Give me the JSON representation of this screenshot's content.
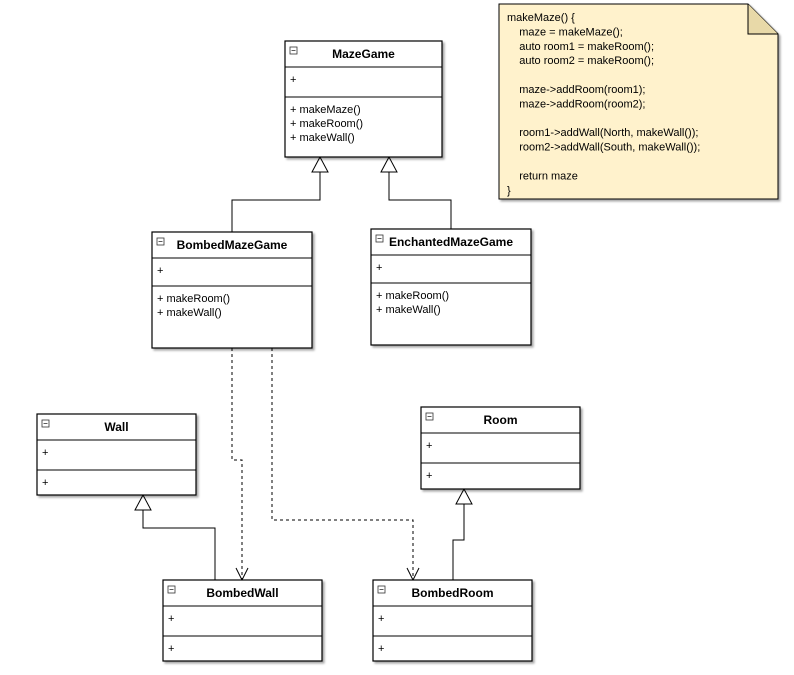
{
  "classes": {
    "mazegame": {
      "name": "MazeGame",
      "attributes": [
        "+"
      ],
      "methods": [
        "+ makeMaze()",
        "+ makeRoom()",
        "+ makeWall()"
      ]
    },
    "bombedmazegame": {
      "name": "BombedMazeGame",
      "attributes": [
        "+"
      ],
      "methods": [
        "+ makeRoom()",
        "+ makeWall()"
      ]
    },
    "enchantedmazegame": {
      "name": "EnchantedMazeGame",
      "attributes": [
        "+"
      ],
      "methods": [
        "+ makeRoom()",
        "+ makeWall()"
      ]
    },
    "wall": {
      "name": "Wall",
      "attributes": [
        "+"
      ],
      "methods": [
        "+"
      ]
    },
    "room": {
      "name": "Room",
      "attributes": [
        "+"
      ],
      "methods": [
        "+"
      ]
    },
    "bombedwall": {
      "name": "BombedWall",
      "attributes": [
        "+"
      ],
      "methods": [
        "+"
      ]
    },
    "bombedroom": {
      "name": "BombedRoom",
      "attributes": [
        "+"
      ],
      "methods": [
        "+"
      ]
    }
  },
  "note": {
    "lines": [
      "makeMaze() {",
      "    maze = makeMaze();",
      "    auto room1 = makeRoom();",
      "    auto room2 = makeRoom();",
      "",
      "    maze->addRoom(room1);",
      "    maze->addRoom(room2);",
      "",
      "    room1->addWall(North, makeWall());",
      "    room2->addWall(South, makeWall());",
      "",
      "    return maze",
      "}"
    ]
  },
  "relations": [
    {
      "type": "generalization",
      "from": "bombedmazegame",
      "to": "mazegame"
    },
    {
      "type": "generalization",
      "from": "enchantedmazegame",
      "to": "mazegame"
    },
    {
      "type": "generalization",
      "from": "bombedwall",
      "to": "wall"
    },
    {
      "type": "generalization",
      "from": "bombedroom",
      "to": "room"
    },
    {
      "type": "dependency",
      "from": "bombedmazegame",
      "to": "bombedwall"
    },
    {
      "type": "dependency",
      "from": "bombedmazegame",
      "to": "bombedroom"
    }
  ],
  "colors": {
    "line": "#000000",
    "note_fill": "#fff2cc",
    "note_fold": "#e8d9a8",
    "class_fill": "#ffffff"
  }
}
